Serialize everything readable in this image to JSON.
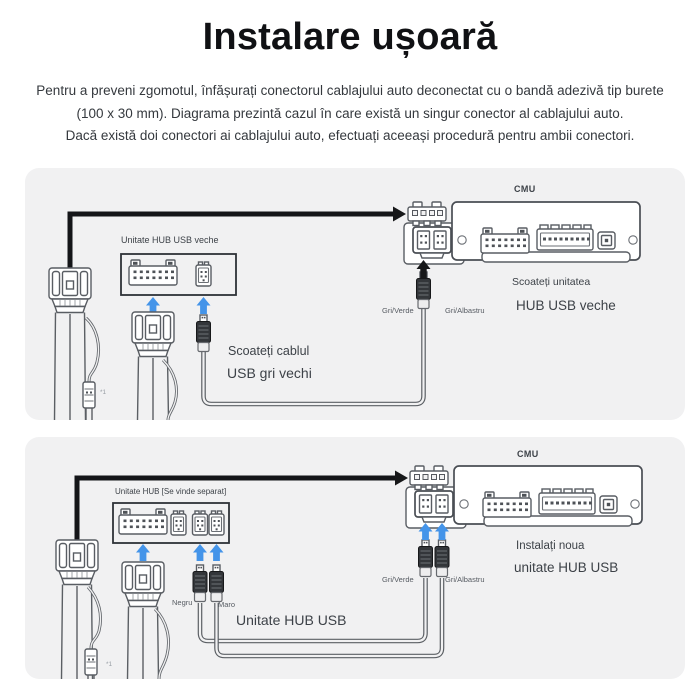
{
  "title": "Instalare ușoară",
  "intro": {
    "line1": "Pentru a preveni zgomotul, înfășurați conectorul cablajului auto deconectat cu o bandă adezivă tip burete",
    "line2": "(100 x 30 mm). Diagrama prezintă cazul în care există un singur conector al cablajului auto.",
    "line3": "Dacă există doi conectori ai cablajului auto, efectuați aceeași procedură pentru ambii conectori."
  },
  "colors": {
    "arrow_blue": "#4494e9",
    "panel_background": "#f1f1f2",
    "cable_black": "#141518",
    "lineart_gray": "#595d63"
  },
  "panel1": {
    "hub_box_label": "Unitate HUB USB veche",
    "cmu_label": "CMU",
    "step_cable_line1": "Scoateți cablul",
    "step_cable_line2": "USB gri vechi",
    "step_unit_line1": "Scoateți unitatea",
    "step_unit_line2": "HUB USB veche",
    "wire_green": "Gri/Verde",
    "wire_blue": "Gri/Albastru",
    "footnote": "*1"
  },
  "panel2": {
    "hub_box_label": "Unitate HUB  [Se vinde separat]",
    "cmu_label": "CMU",
    "step_install_line1": "Instalați noua",
    "step_install_line2": "unitate HUB USB",
    "hub_usb_label": "Unitate HUB USB",
    "wire_green": "Gri/Verde",
    "wire_blue": "Gri/Albastru",
    "plug_black": "Negru",
    "plug_brown": "Maro",
    "footnote": "*1"
  }
}
